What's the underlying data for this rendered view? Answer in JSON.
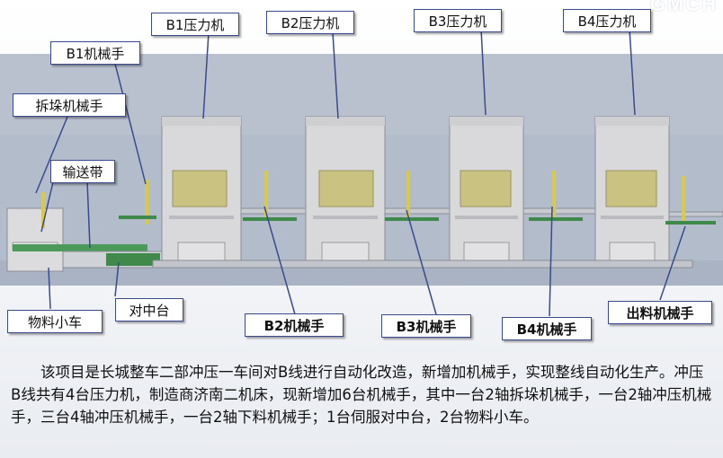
{
  "corner_logo_text": "GMCH",
  "labels": {
    "press_b1": "B1压力机",
    "press_b2": "B2压力机",
    "press_b3": "B3压力机",
    "press_b4": "B4压力机",
    "robot_b1": "B1机械手",
    "destacker_robot": "拆垛机械手",
    "conveyor": "输送带",
    "material_cart": "物料小车",
    "centering_table": "对中台",
    "robot_b2": "B2机械手",
    "robot_b3": "B3机械手",
    "robot_b4": "B4机械手",
    "outfeed_robot": "出料机械手"
  },
  "description": "该项目是长城整车二部冲压一车间对B线进行自动化改造，新增加机械手，实现整线自动化生产。冲压B线共有4台压力机，制造商济南二机床，现新增加6台机械手，其中一台2轴拆垛机械手，一台2轴冲压机械手，三台4轴冲压机械手，一台2轴下料机械手；1台伺服对中台，2台物料小车。",
  "colors": {
    "scene_bg": "#aeb8c8",
    "press_body": "#d6d6d8",
    "press_window": "#c8c282",
    "label_border": "#3a4a8c"
  }
}
